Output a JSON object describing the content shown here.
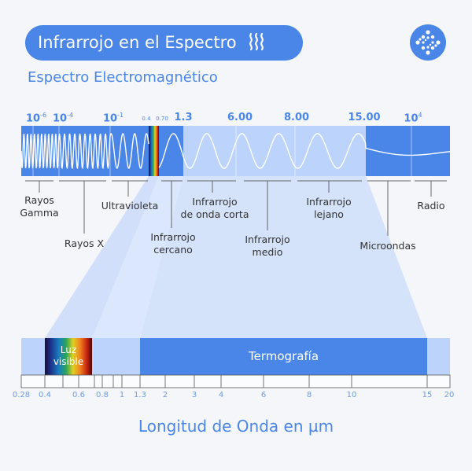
{
  "header": {
    "title": "Infrarrojo en el Espectro",
    "heat_icon": "heat-waves-icon",
    "logo_icon": "dotted-diamond-logo-icon"
  },
  "subtitle": "Espectro Electromagnético",
  "top_scale": [
    {
      "base": "10",
      "exp": "-6"
    },
    {
      "base": "10",
      "exp": "-4"
    },
    {
      "base": "10",
      "exp": "-1"
    },
    {
      "value": "0.4"
    },
    {
      "value": "0.70"
    },
    {
      "value": "1.3"
    },
    {
      "value": "6.00"
    },
    {
      "value": "8.00"
    },
    {
      "value": "15.00"
    },
    {
      "base": "10",
      "exp": "4"
    }
  ],
  "bands": [
    {
      "line1": "Rayos",
      "line2": "Gamma"
    },
    {
      "line1": "Rayos X"
    },
    {
      "line1": "Ultravioleta"
    },
    {
      "line1": "Infrarrojo",
      "line2": "cercano"
    },
    {
      "line1": "Infrarrojo",
      "line2": "de onda corta"
    },
    {
      "line1": "Infrarrojo",
      "line2": "medio"
    },
    {
      "line1": "Infrarrojo",
      "line2": "lejano"
    },
    {
      "line1": "Microondas"
    },
    {
      "line1": "Radio"
    }
  ],
  "zoom_bar": {
    "visible_line1": "Luz",
    "visible_line2": "visible",
    "thermography": "Termografía"
  },
  "bottom_ticks": [
    "0.28",
    "0.4",
    "0.6",
    "0.8",
    "1",
    "1.3",
    "2",
    "3",
    "4",
    "6",
    "8",
    "10",
    "15",
    "20"
  ],
  "axis_title": "Longitud de Onda en µm",
  "colors": {
    "accent": "#4a86e8",
    "light": "#bcd4fb",
    "pale": "#d6e4fb"
  }
}
